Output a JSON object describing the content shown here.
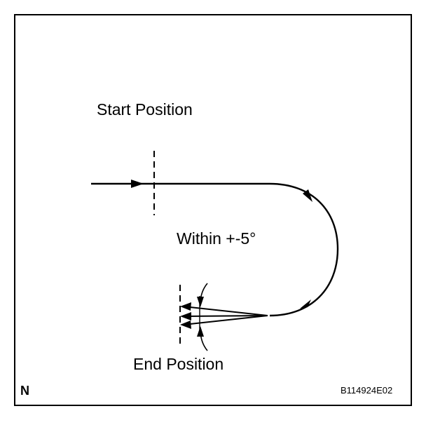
{
  "diagram": {
    "start_label": "Start Position",
    "tolerance_label": "Within +-5°",
    "end_label": "End Position",
    "north_label": "N",
    "code_label": "B114924E02"
  },
  "colors": {
    "stroke": "#000000",
    "background": "#ffffff"
  }
}
